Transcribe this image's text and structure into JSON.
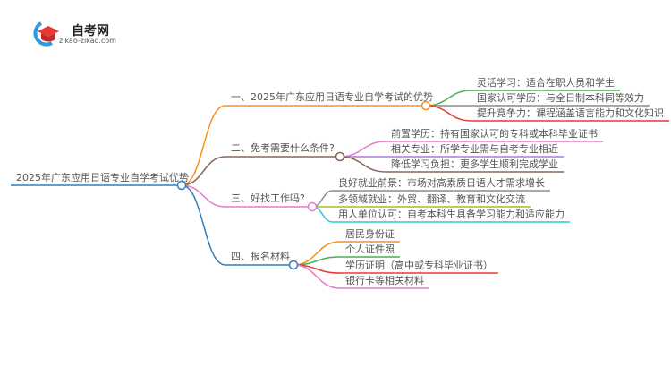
{
  "logo": {
    "title": "自考网",
    "url": "zikao-zikao.com"
  },
  "root": {
    "label": "2025年广东应用日语专业自学考试优势",
    "color": "#2f7fc0"
  },
  "branches": [
    {
      "label": "一、2025年广东应用日语专业自学考试的优势",
      "color": "#f7931e",
      "children": [
        {
          "label": "灵活学习：适合在职人员和学生",
          "color": "#4caf50"
        },
        {
          "label": "国家认可学历：与全日制本科同等效力",
          "color": "#8c8c8c"
        },
        {
          "label": "提升竞争力：课程涵盖语言能力和文化知识",
          "color": "#e53935"
        }
      ]
    },
    {
      "label": "二、免考需要什么条件?",
      "color": "#8d6458",
      "children": [
        {
          "label": "前置学历：持有国家认可的专科或本科毕业证书",
          "color": "#e87bc8"
        },
        {
          "label": "相关专业：所学专业需与自考专业相近",
          "color": "#b07ad6"
        },
        {
          "label": "降低学习负担：更多学生顺利完成学业",
          "color": "#8d6458"
        }
      ]
    },
    {
      "label": "三、好找工作吗?",
      "color": "#e878c8",
      "children": [
        {
          "label": "良好就业前景：市场对高素质日语人才需求增长",
          "color": "#8c8c8c"
        },
        {
          "label": "多领域就业：外贸、翻译、教育和文化交流",
          "color": "#b5b52c"
        },
        {
          "label": "用人单位认可：自考本科生具备学习能力和适应能力",
          "color": "#2ec5d6"
        }
      ]
    },
    {
      "label": "四、报名材料",
      "color": "#2f7fc0",
      "children": [
        {
          "label": "居民身份证",
          "color": "#f7931e"
        },
        {
          "label": "个人证件照",
          "color": "#4caf50"
        },
        {
          "label": "学历证明（高中或专科毕业证书）",
          "color": "#e53935"
        },
        {
          "label": "银行卡等相关材料",
          "color": "#e87bc8"
        }
      ]
    }
  ]
}
